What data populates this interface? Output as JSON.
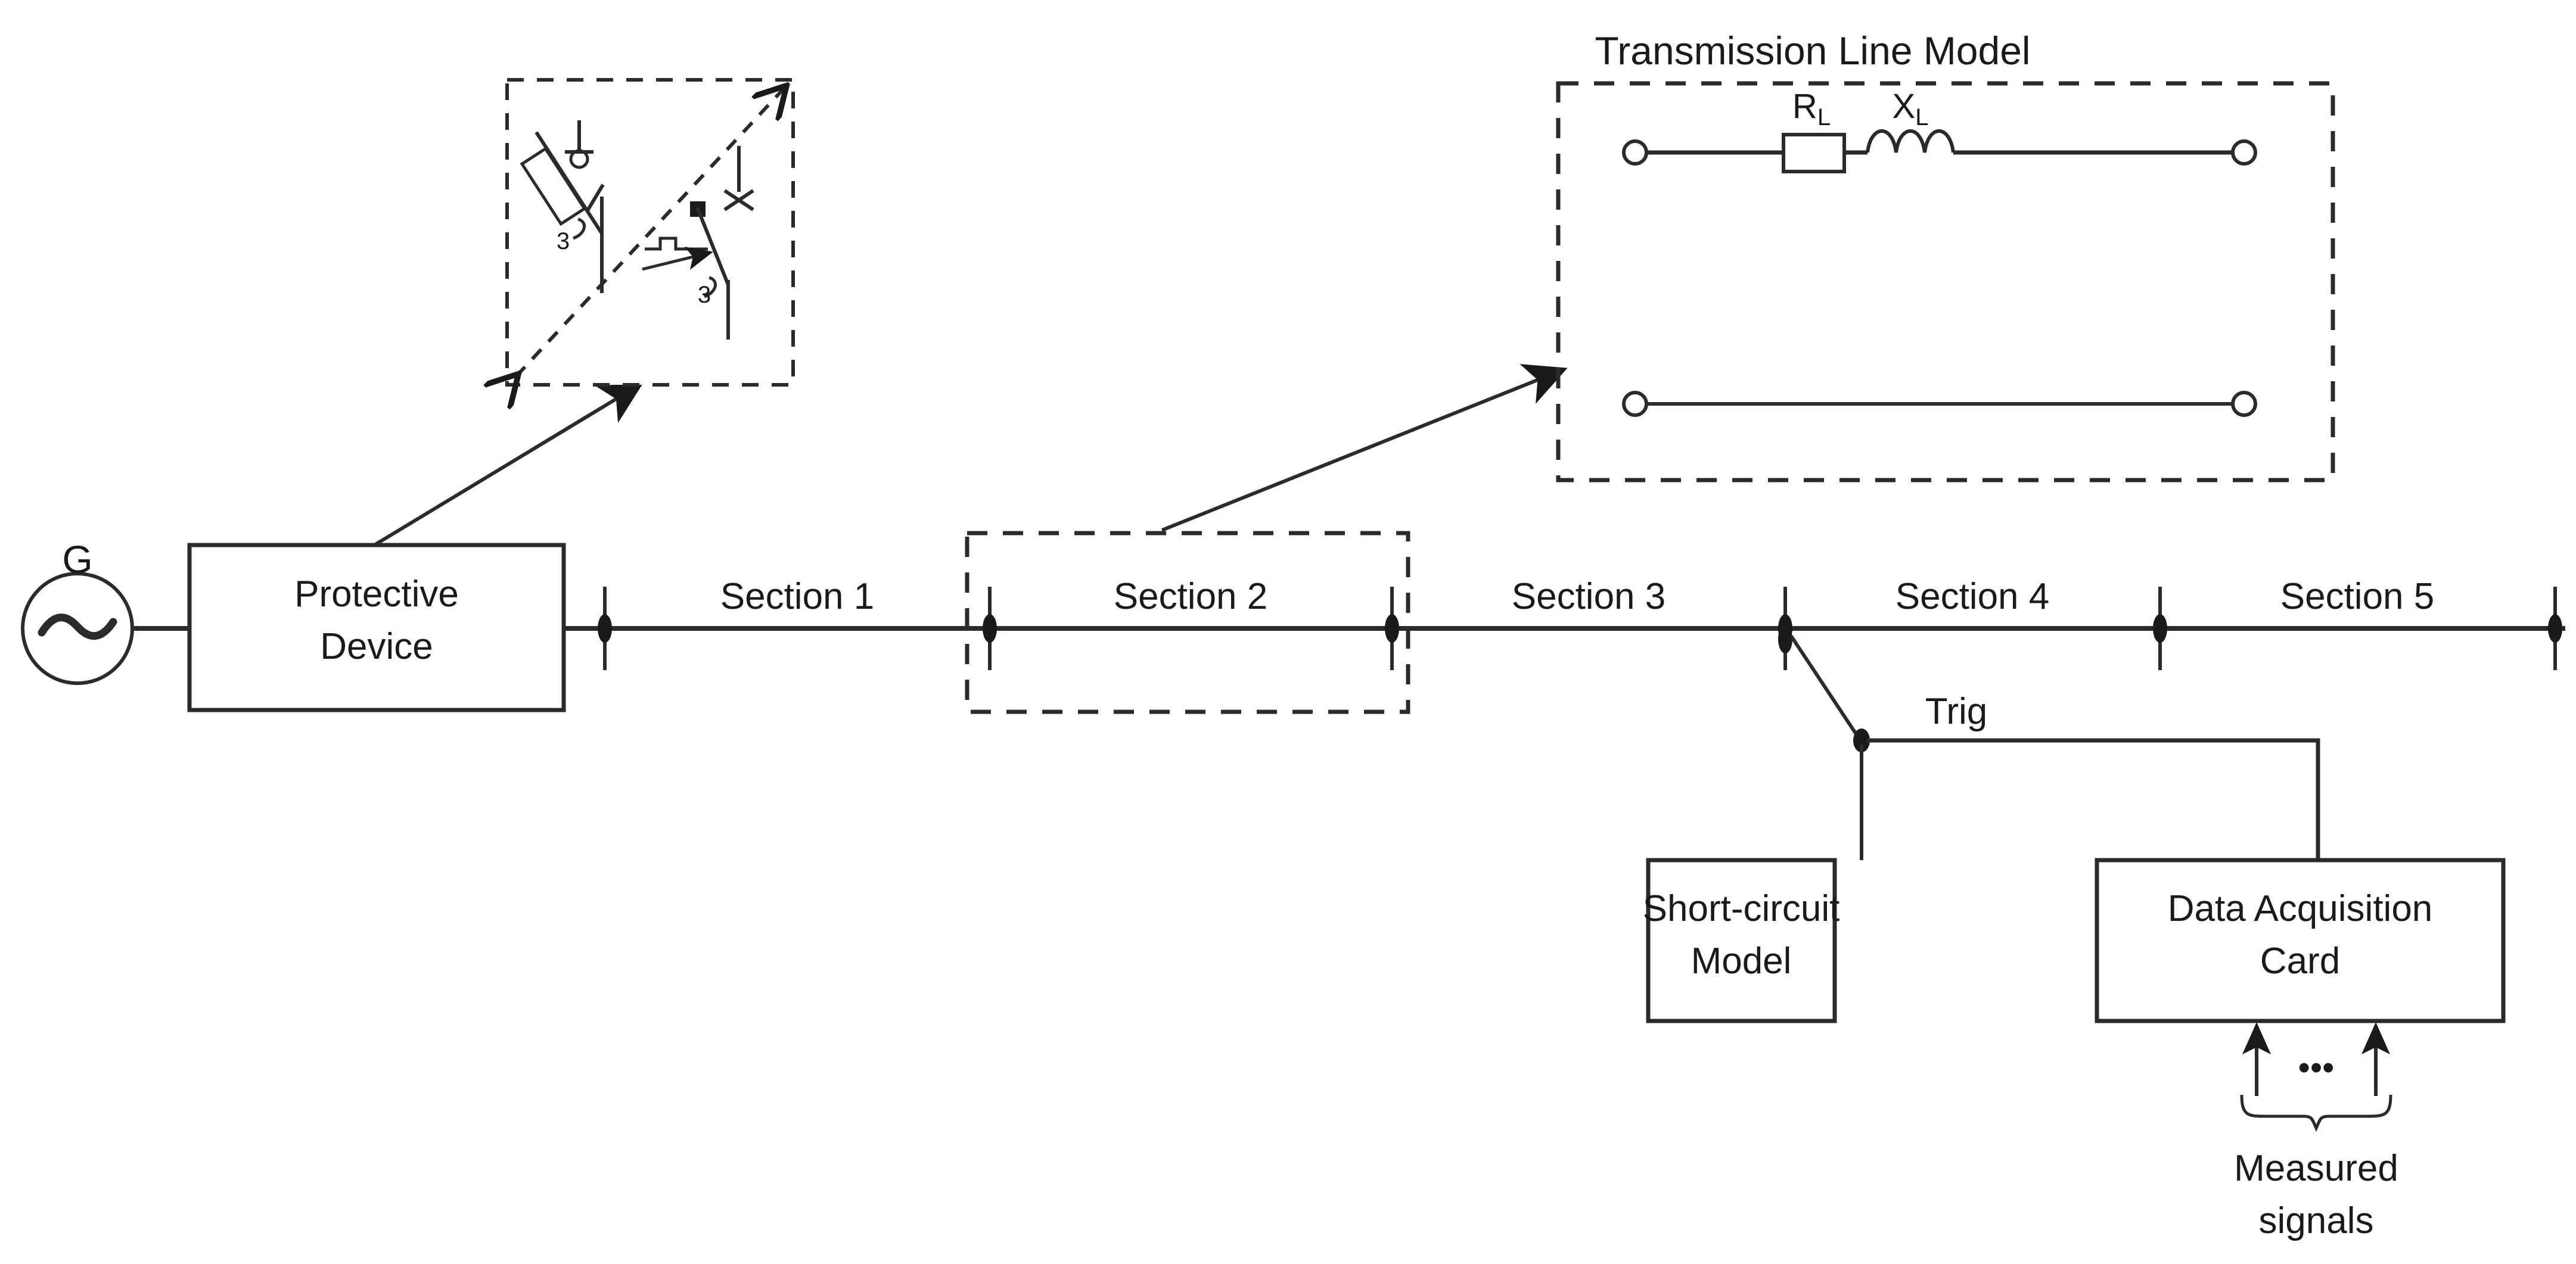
{
  "diagram": {
    "title_transmission_line_model": "Transmission Line Model",
    "source_label": "G",
    "source_symbol": "~",
    "protective_device_label_line1": "Protective",
    "protective_device_label_line2": "Device",
    "short_circuit_label_line1": "Short-circuit",
    "short_circuit_label_line2": "Model",
    "daq_label_line1": "Data Acquisition",
    "daq_label_line2": "Card",
    "trig_label": "Trig",
    "measured_label_line1": "Measured",
    "measured_label_line2": "signals",
    "ellipsis": "•••",
    "resistor_label": "R",
    "resistor_sub": "L",
    "inductor_label": "X",
    "inductor_sub": "L",
    "fuse_multiplier": "3",
    "breaker_multiplier": "3",
    "sections": [
      {
        "label": "Section 1"
      },
      {
        "label": "Section 2"
      },
      {
        "label": "Section 3"
      },
      {
        "label": "Section 4"
      },
      {
        "label": "Section 5"
      }
    ],
    "colors": {
      "line": "#2b2b2b",
      "text": "#1a1a1a",
      "background": "#ffffff"
    }
  }
}
